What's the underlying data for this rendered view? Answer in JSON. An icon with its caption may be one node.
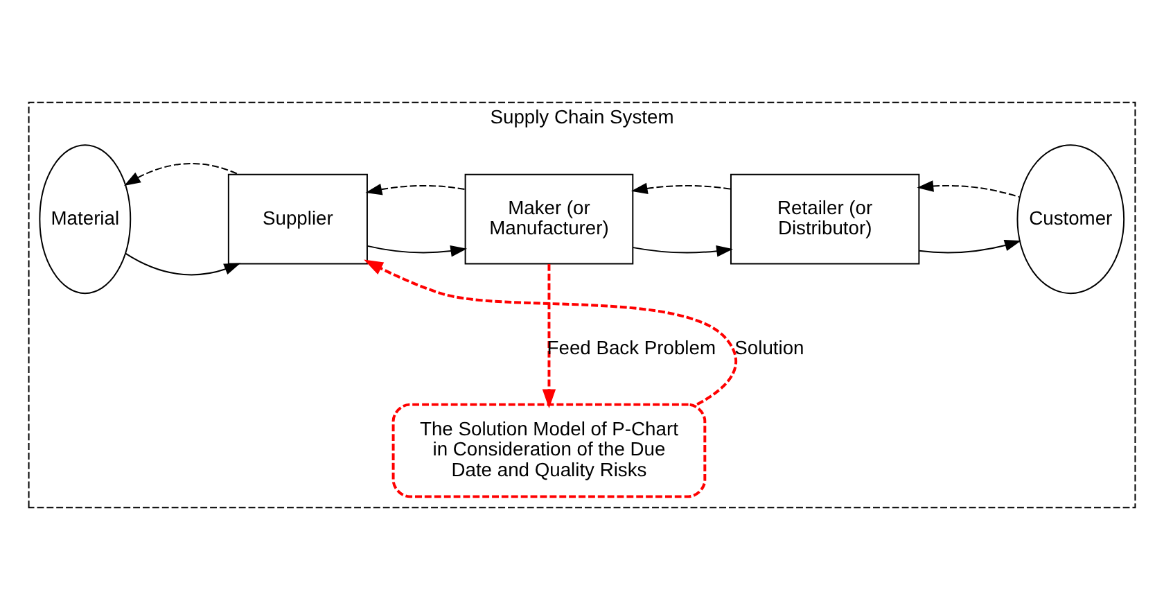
{
  "diagram": {
    "nodes": [
      {
        "text": [
          "Supply Chain System"
        ]
      },
      {
        "text": [
          "Material"
        ],
        "in": 0
      },
      {
        "text": [
          "Supplier"
        ],
        "in": 0
      },
      {
        "text": [
          "Maker (or Manufacturer)"
        ],
        "in": 0
      },
      {
        "text": [
          "Retailer (or Distributor)"
        ],
        "in": 0
      },
      {
        "text": [
          "Customer"
        ],
        "in": 0
      },
      {
        "text": [
          "The Solution Model of P-Chart in Consideration of the Due Date and Quality Risks"
        ],
        "in": 0
      }
    ],
    "edges": [
      {
        "from": 1,
        "to": 2,
        "arrow": "to"
      },
      {
        "from": 2,
        "to": 3,
        "arrow": "to"
      },
      {
        "from": 3,
        "to": 4,
        "arrow": "to"
      },
      {
        "from": 4,
        "to": 5,
        "arrow": "to"
      },
      {
        "from": 2,
        "to": 1,
        "arrow": "to",
        "style": "dashed"
      },
      {
        "from": 3,
        "to": 2,
        "arrow": "to",
        "style": "dashed"
      },
      {
        "from": 4,
        "to": 3,
        "arrow": "to",
        "style": "dashed"
      },
      {
        "from": 5,
        "to": 4,
        "arrow": "to",
        "style": "dashed"
      },
      {
        "from": 6,
        "to": 2,
        "arrow": "to",
        "label": "Solution",
        "style": "dashed",
        "color": "#ff0000"
      },
      {
        "from": 3,
        "to": 6,
        "arrow": "to",
        "label": "Feed Back Problem",
        "style": "dashed",
        "color": "#ff0000"
      }
    ]
  }
}
